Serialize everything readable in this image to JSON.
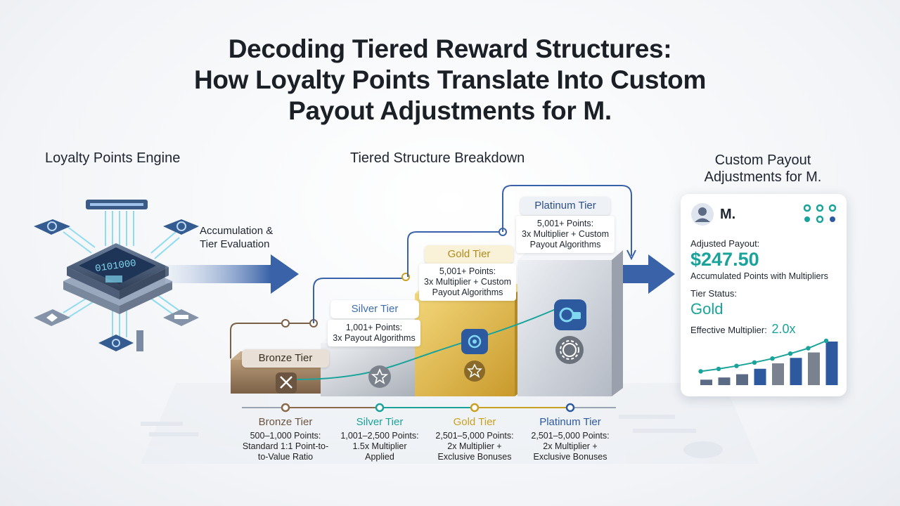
{
  "title": {
    "line1": "Decoding Tiered Reward Structures:",
    "line2": "How Loyalty Points Translate Into Custom",
    "line3": "Payout Adjustments for M."
  },
  "engine": {
    "heading": "Loyalty Points Engine",
    "chip_display": "0101000",
    "label_line1": "Accumulation &",
    "label_line2": "Tier Evaluation"
  },
  "breakdown": {
    "heading": "Tiered Structure Breakdown",
    "tiers": [
      {
        "label": "Bronze Tier",
        "color": "#8a7258"
      },
      {
        "label": "Silver Tier",
        "note_line1": "1,001+ Points:",
        "note_line2": "3x Payout Algorithms",
        "color": "#3d6fae"
      },
      {
        "label": "Gold Tier",
        "note_line1": "5,001+ Points:",
        "note_line2": "3x Multiplier + Custom",
        "note_line3": "Payout Algorithms",
        "color": "#c9a73a"
      },
      {
        "label": "Platinum Tier",
        "note_line1": "5,001+ Points:",
        "note_line2": "3x Multiplier + Custom",
        "note_line3": "Payout Algorithms",
        "color": "#2d4f87"
      }
    ]
  },
  "timeline": [
    {
      "name": "Bronze Tier",
      "desc1": "500–1,000 Points:",
      "desc2": "Standard 1:1 Point-to-",
      "desc3": "to-Value Ratio",
      "color": "#8a6a4a"
    },
    {
      "name": "Silver Tier",
      "desc1": "1,001–2,500 Points:",
      "desc2": "1.5x Multiplier",
      "desc3": "Applied",
      "color": "#1aa39a"
    },
    {
      "name": "Gold Tier",
      "desc1": "2,501–5,000 Points:",
      "desc2": "2x Multiplier +",
      "desc3": "Exclusive Bonuses",
      "color": "#c9a020"
    },
    {
      "name": "Platinum Tier",
      "desc1": "2,501–5,000 Points:",
      "desc2": "2x Multiplier +",
      "desc3": "Exclusive Bonuses",
      "color": "#2d5a9e"
    }
  ],
  "payout": {
    "heading_line1": "Custom Payout",
    "heading_line2": "Adjustments for M.",
    "user_name": "M.",
    "adjusted_label": "Adjusted Payout:",
    "adjusted_value": "$247.50",
    "adjusted_sub": "Accumulated Points with Multipliers",
    "tier_label": "Tier Status:",
    "tier_value": "Gold",
    "multiplier_label": "Effective Multiplier:",
    "multiplier_value": "2.0x",
    "accent": "#1aa39a"
  },
  "chart_data": {
    "type": "bar",
    "bar_values": [
      1,
      1.4,
      2,
      3,
      4,
      5,
      6,
      8
    ],
    "trend_values": [
      0.8,
      1.3,
      1.9,
      2.6,
      3.4,
      4.4,
      5.5,
      7
    ]
  }
}
